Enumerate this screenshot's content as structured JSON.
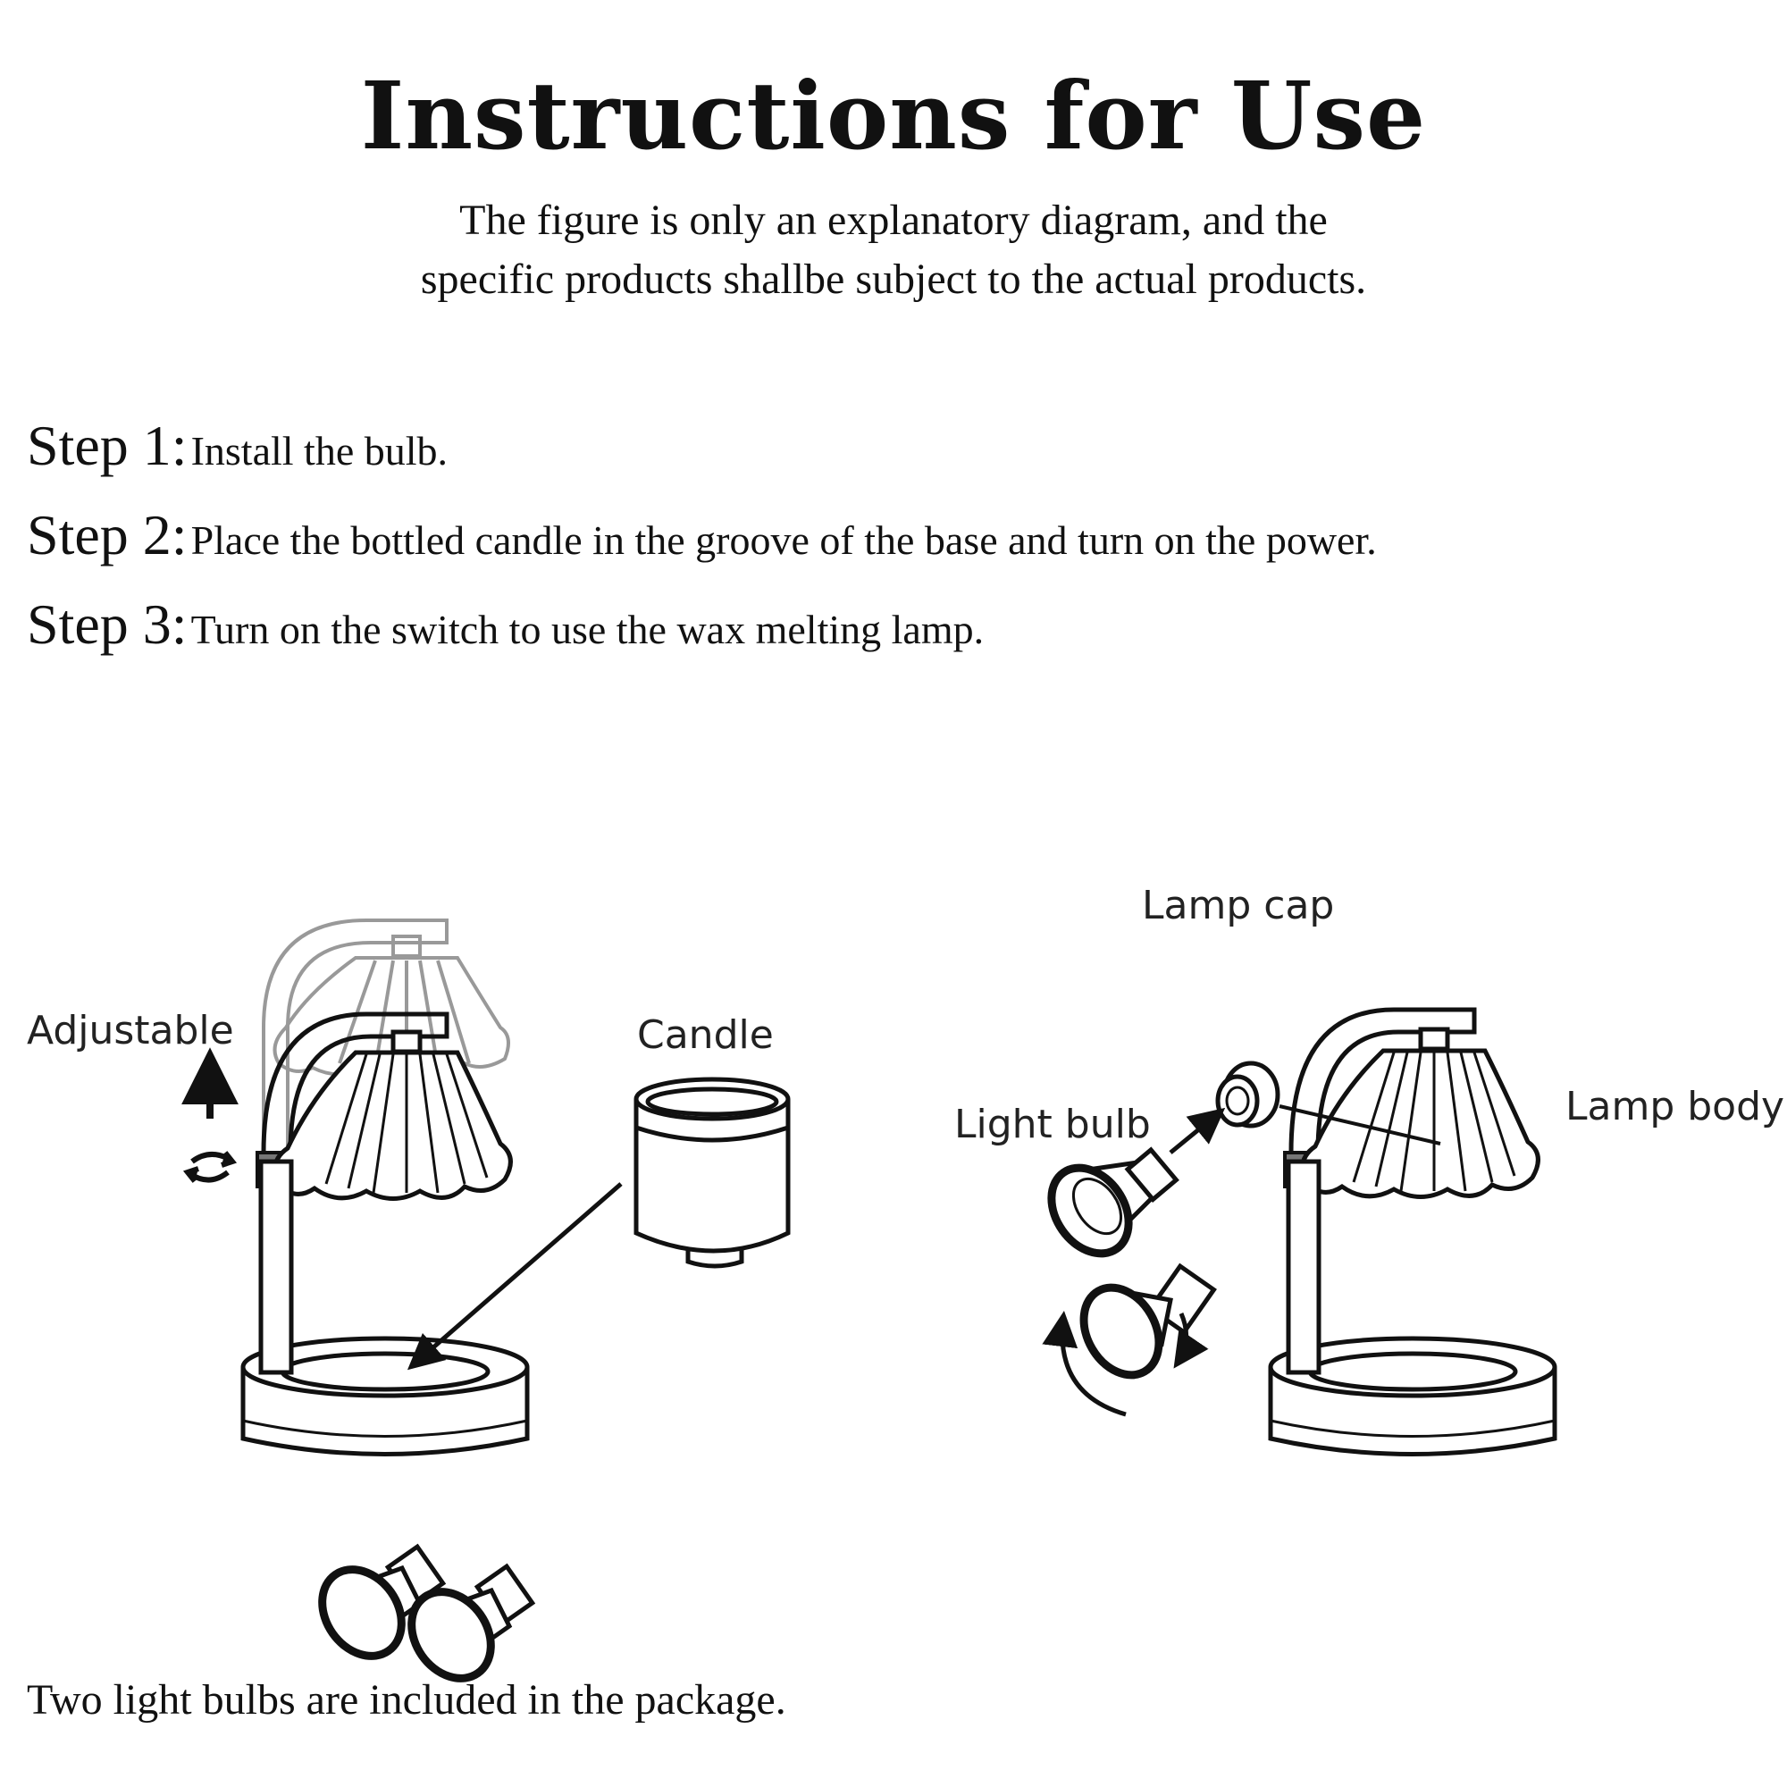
{
  "title": "Instructions for Use",
  "subtitle": {
    "line1": "The figure is only an explanatory diagram, and the",
    "line2": "specific products shallbe subject to the actual products."
  },
  "steps": [
    {
      "label": "Step 1:",
      "text": "Install the bulb."
    },
    {
      "label": "Step 2:",
      "text": "Place the bottled candle in the groove of the base and turn on the power."
    },
    {
      "label": "Step 3:",
      "text": "Turn on the switch to use the wax melting lamp."
    }
  ],
  "diagram_labels": {
    "adjustable": "Adjustable",
    "candle": "Candle",
    "lamp_cap": "Lamp cap",
    "light_bulb": "Light bulb",
    "lamp_body": "Lamp body"
  },
  "footer": "Two light bulbs are included in the package."
}
